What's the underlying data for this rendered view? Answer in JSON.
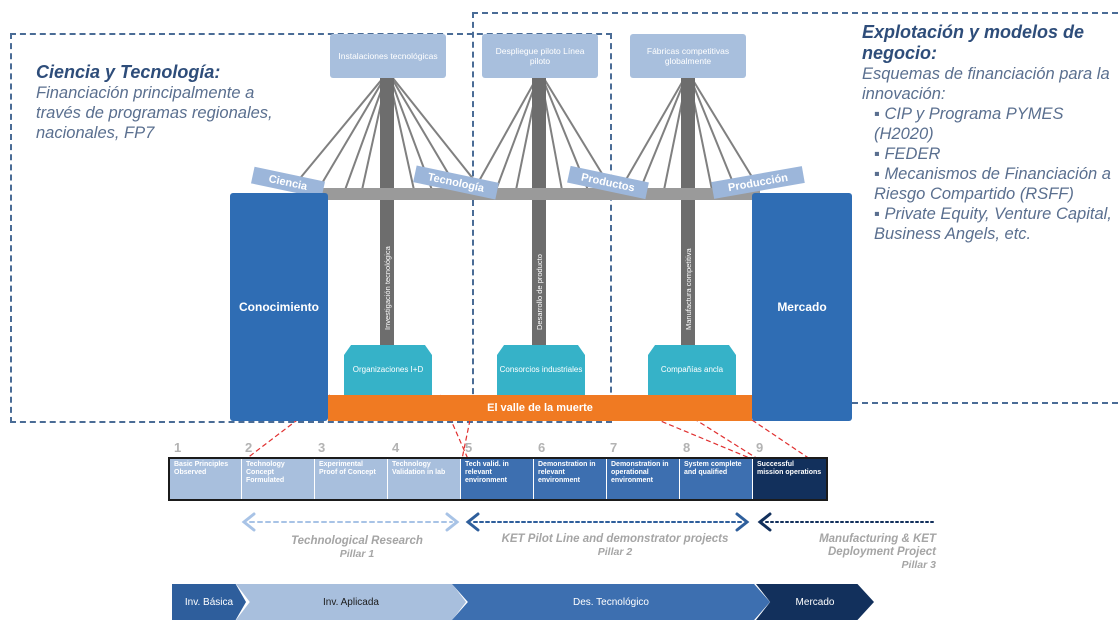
{
  "left_box": {
    "title": "Ciencia y Tecnología:",
    "text": "Financiación principalmente a través de programas regionales, nacionales, FP7"
  },
  "right_box": {
    "title": "Explotación y modelos de negocio:",
    "subtitle": "Esquemas de financiación para la innovación:",
    "items": [
      "CIP y Programa PYMES (H2020)",
      "FEDER",
      "Mecanismos de Financiación a Riesgo Compartido (RSFF)",
      "Private Equity, Venture Capital, Business Angels, etc."
    ]
  },
  "bridge": {
    "towers": [
      {
        "top": "Instalaciones tecnológicas",
        "pillar": "Investigación tecnológica",
        "bottom": "Organizaciones I+D"
      },
      {
        "top": "Despliegue piloto Línea piloto",
        "pillar": "Desarrollo de producto",
        "bottom": "Consorcios industriales"
      },
      {
        "top": "Fábricas competitivas globalmente",
        "pillar": "Manufactura competitiva",
        "bottom": "Compañías ancla"
      }
    ],
    "left_pillar": "Conocimiento",
    "right_pillar": "Mercado",
    "deck_labels": [
      "Ciencia",
      "Tecnología",
      "Productos",
      "Producción"
    ],
    "valley": "El valle de la muerte"
  },
  "trl": {
    "numbers": [
      "1",
      "2",
      "3",
      "4",
      "5",
      "6",
      "7",
      "8",
      "9"
    ],
    "labels": [
      "Basic Principles Observed",
      "Technology Concept Formulated",
      "Experimental Proof of Concept",
      "Technology Validation in lab",
      "Tech valid. in relevant environment",
      "Demonstration in relevant environment",
      "Demonstration in operational environment",
      "System complete and qualified",
      "Successful mission operations"
    ]
  },
  "pillars": [
    {
      "name": "Technological Research",
      "pillar": "Pillar 1"
    },
    {
      "name": "KET Pilot Line and demonstrator projects",
      "pillar": "Pillar 2"
    },
    {
      "name": "Manufacturing & KET Deployment Project",
      "pillar": "Pillar 3"
    }
  ],
  "phases": [
    "Inv. Básica",
    "Inv. Aplicada",
    "Des. Tecnológico",
    "Mercado"
  ],
  "colors": {
    "blue_dark": "#2f6db4",
    "blue_light": "#a8bfdd",
    "teal": "#36b2c8",
    "orange": "#f07a22",
    "navy": "#12305c",
    "dash": "#4a6c96"
  }
}
